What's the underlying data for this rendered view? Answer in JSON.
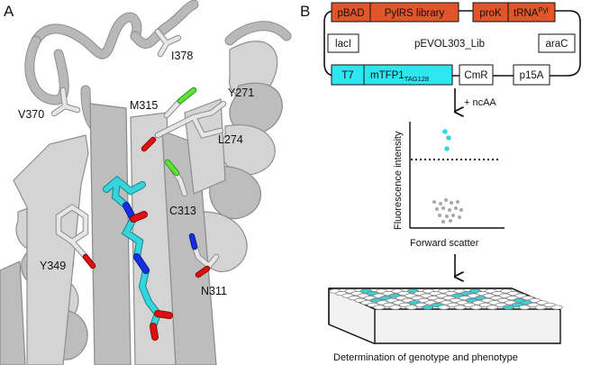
{
  "panel_a": {
    "letter": "A",
    "residues": {
      "i378": "I378",
      "v370": "V370",
      "m315": "M315",
      "y271": "Y271",
      "l274": "L274",
      "c313": "C313",
      "y349": "Y349",
      "n311": "N311"
    },
    "colors": {
      "protein": "#d4d4d4",
      "ligand_carbon": "#36d4dc",
      "oxygen": "#e01010",
      "nitrogen": "#1430e0",
      "sulfur": "#44dd22"
    }
  },
  "panel_b": {
    "letter": "B",
    "plasmid": {
      "name": "pEVOL303_Lib",
      "top_row": [
        "pBAD",
        "PylRS library",
        "proK"
      ],
      "trna_base": "tRNA",
      "trna_sup": "Pyl",
      "left": "lacI",
      "right": "araC",
      "bottom_t7": "T7",
      "bottom_gene": "mTFP1",
      "bottom_gene_sub": "TAG128",
      "bottom_cmr": "CmR",
      "bottom_ori": "p15A",
      "colors": {
        "orange": "#e0562a",
        "cyan": "#2ee6f0"
      }
    },
    "step1": "+ ncAA",
    "facs": {
      "ylabel": "Fluorescence intensity",
      "xlabel": "Forward scatter",
      "high_color": "#36d8e0",
      "low_color": "#a8a8a8"
    },
    "plate_color": "#3ecfd6",
    "caption": "Determination of genotype and phenotype"
  }
}
